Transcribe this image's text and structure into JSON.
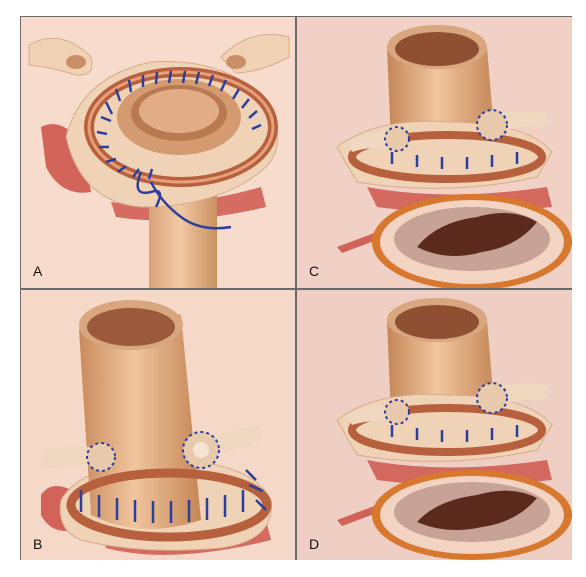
{
  "panels": [
    {
      "id": "A",
      "label": "A"
    },
    {
      "id": "B",
      "label": "B"
    },
    {
      "id": "C",
      "label": "C"
    },
    {
      "id": "D",
      "label": "D"
    }
  ],
  "colors": {
    "skin": "#e9b890",
    "skin_dark": "#c98f66",
    "suture": "#2b3f9e",
    "tissue_red": "#c9463c",
    "cuff": "#b7603e",
    "lumen": "#8a4e35",
    "orange_rim": "#d8772e"
  }
}
